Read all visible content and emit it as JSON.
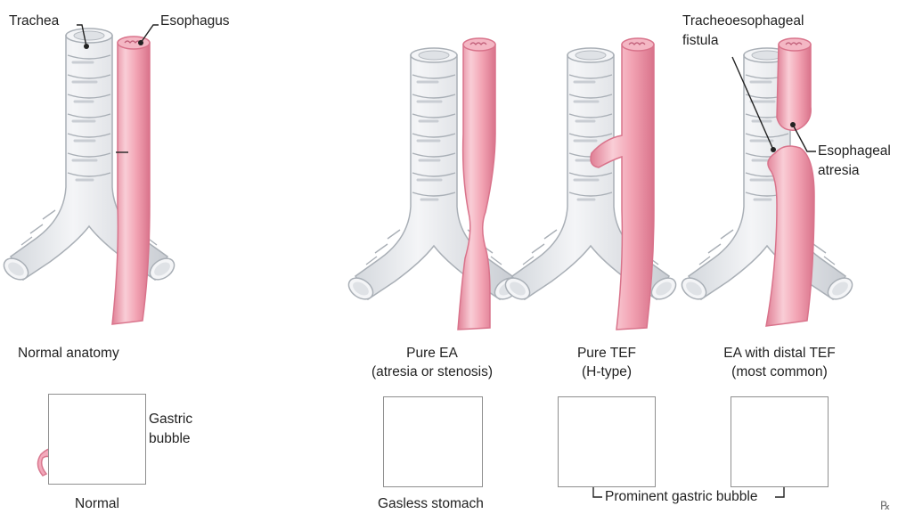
{
  "colors": {
    "esophagus_fill": "#f2a3b3",
    "esophagus_dark": "#e07f95",
    "esophagus_highlight": "#f9cdd6",
    "trachea_fill": "#eef0f3",
    "trachea_shade": "#cfd3d8",
    "trachea_outline": "#a9afb6",
    "stomach_fill": "#f3a6b8",
    "stomach_outline": "#d9788f",
    "leader_line": "#222222"
  },
  "labels": {
    "trachea": "Trachea",
    "esophagus": "Esophagus",
    "fistula_line1": "Tracheoesophageal",
    "fistula_line2": "fistula",
    "atresia_line1": "Esophageal",
    "atresia_line2": "atresia",
    "gastric_line1": "Gastric",
    "gastric_line2": "bubble"
  },
  "panels": [
    {
      "caption1": "Normal anatomy",
      "caption2": ""
    },
    {
      "caption1": "Pure EA",
      "caption2": "(atresia or stenosis)"
    },
    {
      "caption1": "Pure TEF",
      "caption2": "(H-type)"
    },
    {
      "caption1": "EA with distal TEF",
      "caption2": "(most common)"
    }
  ],
  "stomach_captions": {
    "normal": "Normal",
    "gasless": "Gasless stomach",
    "prominent": "Prominent gastric bubble"
  },
  "logo": "℞"
}
